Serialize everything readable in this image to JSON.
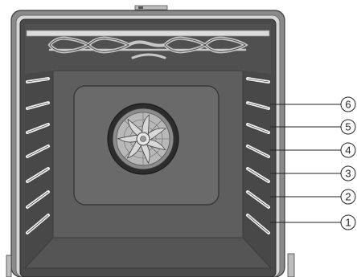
{
  "diagram": {
    "shelf_levels": [
      {
        "label": "6"
      },
      {
        "label": "5"
      },
      {
        "label": "4"
      },
      {
        "label": "3"
      },
      {
        "label": "2"
      },
      {
        "label": "1"
      }
    ]
  },
  "colors": {
    "frame_outer": "#8a8a8a",
    "frame_inner": "#d6d6d6",
    "cavity": "#4a4a4a",
    "back_panel": "#5e5e5e",
    "fan_cover": "#6a6a6a",
    "fan_ring": "#2c2c2c",
    "floor": "#555555",
    "rail": "#f0f0f0",
    "element": "#c8c8c8",
    "leader_line": "#222222"
  }
}
